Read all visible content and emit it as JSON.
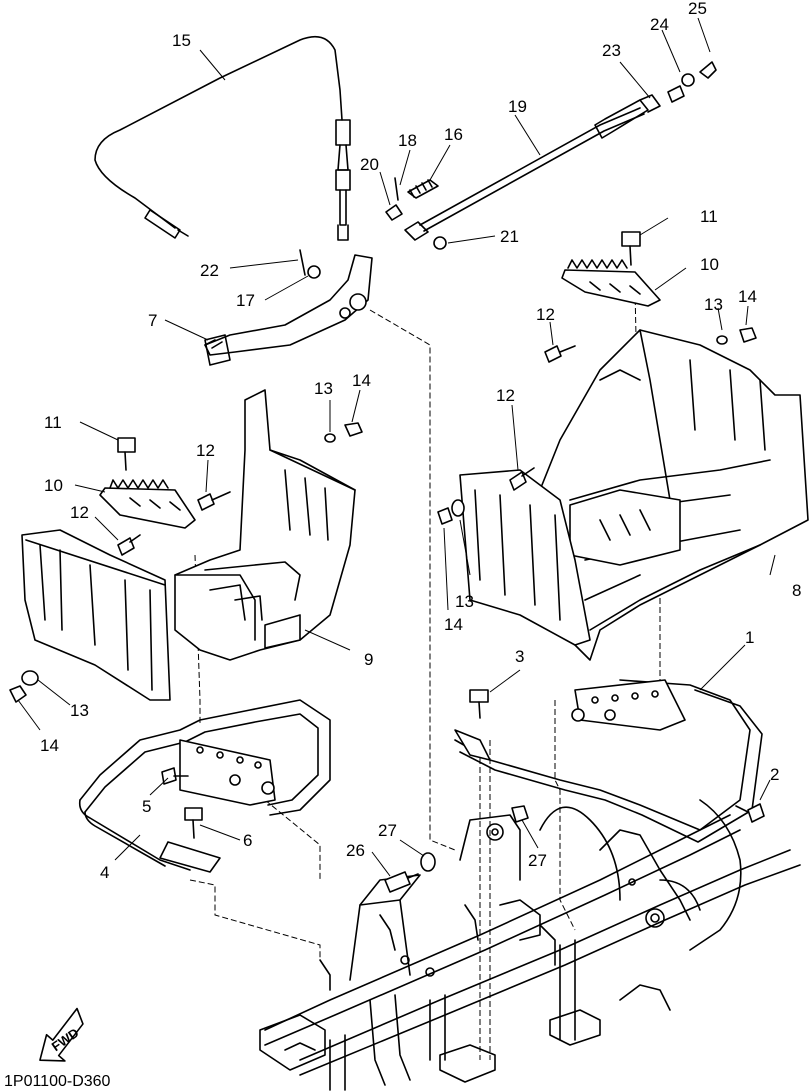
{
  "diagram": {
    "code": "1P01100-D360",
    "fwd_label": "FWD",
    "callouts": [
      "1",
      "2",
      "3",
      "4",
      "5",
      "6",
      "7",
      "8",
      "9",
      "10",
      "10",
      "11",
      "11",
      "12",
      "12",
      "12",
      "12",
      "13",
      "13",
      "13",
      "13",
      "14",
      "14",
      "14",
      "14",
      "15",
      "16",
      "17",
      "18",
      "19",
      "20",
      "21",
      "22",
      "23",
      "24",
      "25",
      "26",
      "27",
      "27"
    ]
  }
}
